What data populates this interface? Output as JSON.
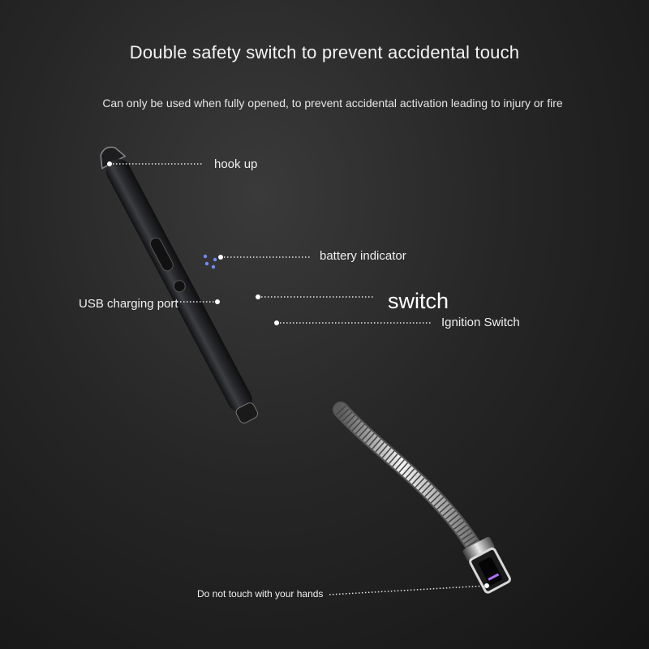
{
  "headline": "Double safety switch to prevent accidental touch",
  "subheadline": "Can only be used when fully opened, to prevent accidental activation leading to injury or fire",
  "callouts": {
    "hook": "hook up",
    "battery": "battery indicator",
    "usb": "USB charging port",
    "switch": "switch",
    "ignition": "Ignition Switch",
    "warning": "Do not touch with your hands"
  },
  "colors": {
    "background": "#1c1c1c",
    "body": "#2a2b2e",
    "led": "#6f8cff",
    "arc": "#b070ff"
  }
}
